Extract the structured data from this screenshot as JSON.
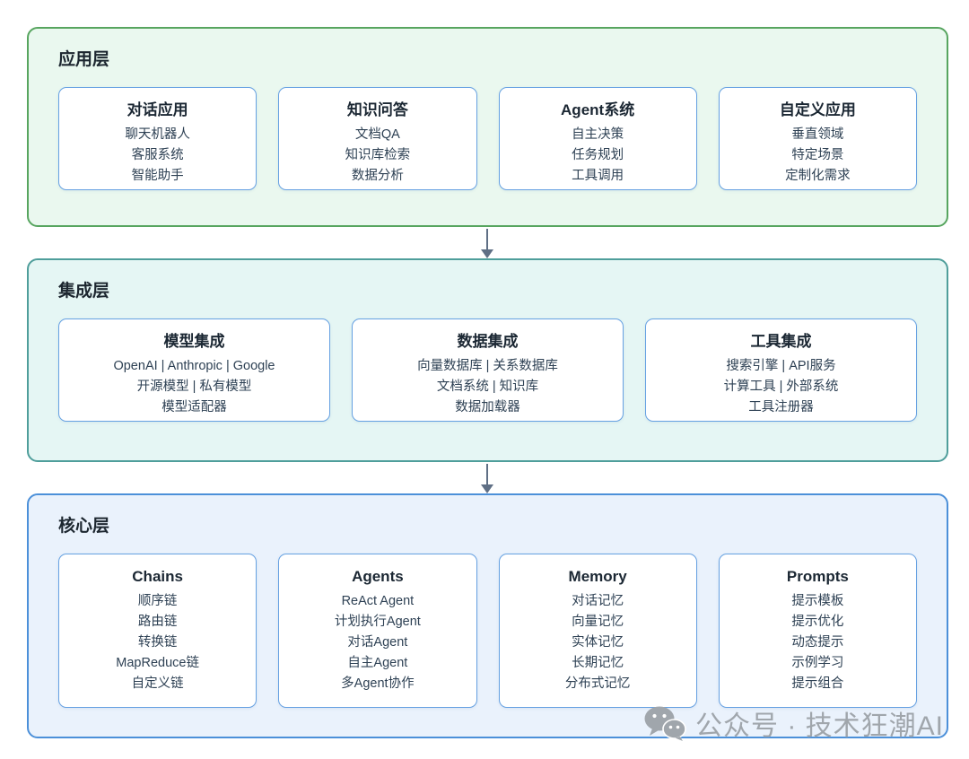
{
  "layers": [
    {
      "name": "应用层",
      "cards": [
        {
          "title": "对话应用",
          "items": [
            "聊天机器人",
            "客服系统",
            "智能助手"
          ]
        },
        {
          "title": "知识问答",
          "items": [
            "文档QA",
            "知识库检索",
            "数据分析"
          ]
        },
        {
          "title": "Agent系统",
          "items": [
            "自主决策",
            "任务规划",
            "工具调用"
          ]
        },
        {
          "title": "自定义应用",
          "items": [
            "垂直领域",
            "特定场景",
            "定制化需求"
          ]
        }
      ]
    },
    {
      "name": "集成层",
      "cards": [
        {
          "title": "模型集成",
          "items": [
            "OpenAI | Anthropic | Google",
            "开源模型 | 私有模型",
            "模型适配器"
          ]
        },
        {
          "title": "数据集成",
          "items": [
            "向量数据库 | 关系数据库",
            "文档系统 | 知识库",
            "数据加载器"
          ]
        },
        {
          "title": "工具集成",
          "items": [
            "搜索引擎 | API服务",
            "计算工具 | 外部系统",
            "工具注册器"
          ]
        }
      ]
    },
    {
      "name": "核心层",
      "cards": [
        {
          "title": "Chains",
          "items": [
            "顺序链",
            "路由链",
            "转换链",
            "MapReduce链",
            "自定义链"
          ]
        },
        {
          "title": "Agents",
          "items": [
            "ReAct Agent",
            "计划执行Agent",
            "对话Agent",
            "自主Agent",
            "多Agent协作"
          ]
        },
        {
          "title": "Memory",
          "items": [
            "对话记忆",
            "向量记忆",
            "实体记忆",
            "长期记忆",
            "分布式记忆"
          ]
        },
        {
          "title": "Prompts",
          "items": [
            "提示模板",
            "提示优化",
            "动态提示",
            "示例学习",
            "提示组合"
          ]
        }
      ]
    }
  ],
  "watermark": {
    "icon": "wechat-icon",
    "text": "公众号 · 技术狂潮AI"
  },
  "colors": {
    "app_layer_border": "#57a55f",
    "app_layer_bg": "#eaf8ef",
    "integration_layer_border": "#4f9e9b",
    "integration_layer_bg": "#e5f6f4",
    "core_layer_border": "#4c90d9",
    "core_layer_bg": "#eaf2fc",
    "card_border": "#66a1e2",
    "arrow": "#5f6f85",
    "watermark_text": "#a0a6ac"
  }
}
